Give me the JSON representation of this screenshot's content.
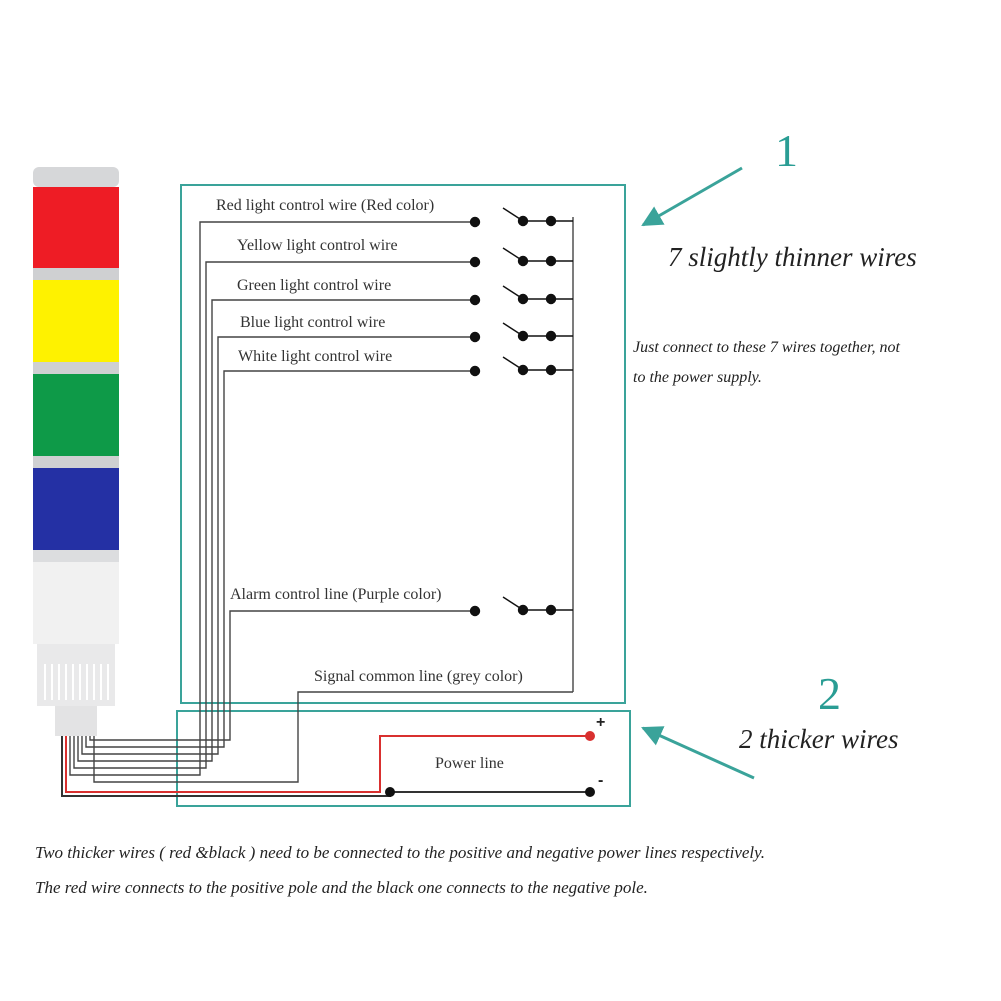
{
  "colors": {
    "teal": "#3aa39a",
    "red_lamp": "#ee1c25",
    "yellow_lamp": "#fef200",
    "green_lamp": "#0e9a48",
    "blue_lamp": "#2430a4",
    "white_lamp": "#f1f1f1",
    "separator": "#cfd0d2",
    "wire": "#333333",
    "power_red": "#d9302f"
  },
  "tower_light": {
    "segments": [
      {
        "name": "red",
        "color": "#ee1c25"
      },
      {
        "name": "yellow",
        "color": "#fef200"
      },
      {
        "name": "green",
        "color": "#0e9a48"
      },
      {
        "name": "blue",
        "color": "#2430a4"
      },
      {
        "name": "white",
        "color": "#f1f1f1"
      }
    ]
  },
  "control_wires": [
    {
      "label": "Red light control wire (Red color)"
    },
    {
      "label": "Yellow light control wire"
    },
    {
      "label": "Green light control wire"
    },
    {
      "label": "Blue light control wire"
    },
    {
      "label": "White light control wire"
    }
  ],
  "alarm_wire": {
    "label": "Alarm control line (Purple color)"
  },
  "common_wire": {
    "label": "Signal common line (grey color)"
  },
  "power": {
    "label": "Power line",
    "positive": "+",
    "negative": "-"
  },
  "callout_1": {
    "number": "1",
    "text": "7 slightly thinner wires",
    "note_line1": "Just connect to these 7 wires together, not",
    "note_line2": "to the power supply."
  },
  "callout_2": {
    "number": "2",
    "text": "2 thicker wires"
  },
  "bottom_note": {
    "line1": "Two thicker wires ( red &black ) need to be connected to the positive and negative power lines respectively.",
    "line2": "The red wire connects to the positive pole and the black one connects to the negative pole."
  }
}
